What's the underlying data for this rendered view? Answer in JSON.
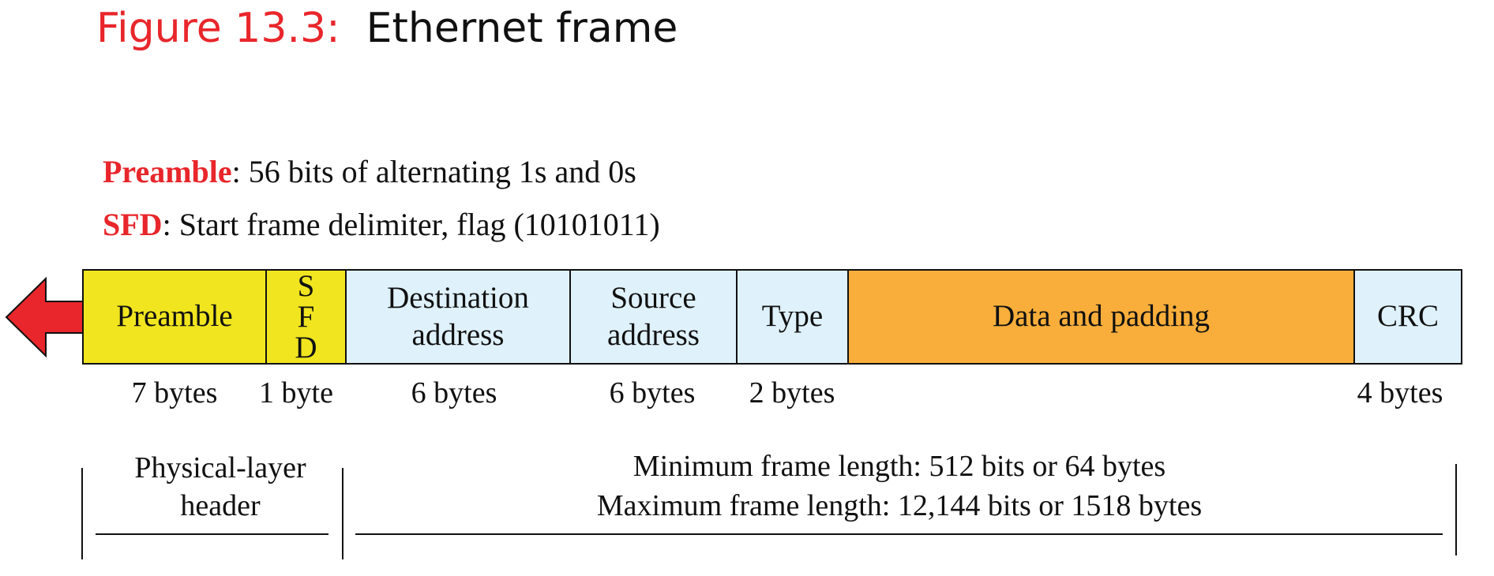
{
  "title": {
    "figure_label": "Figure 13.3:",
    "text": "Ethernet frame"
  },
  "legend": [
    {
      "term": "Preamble",
      "description": ": 56 bits of alternating 1s and 0s"
    },
    {
      "term": "SFD",
      "description": ": Start frame delimiter, flag (10101011)"
    }
  ],
  "frame": {
    "fields": [
      {
        "label": "Preamble",
        "color": "#f0e51f"
      },
      {
        "label": "S\nF\nD",
        "color": "#f0e51f"
      },
      {
        "label": "Destination\naddress",
        "color": "#dff1fb"
      },
      {
        "label": "Source\naddress",
        "color": "#dff1fb"
      },
      {
        "label": "Type",
        "color": "#dff1fb"
      },
      {
        "label": "Data and padding",
        "color": "#f9ae3b"
      },
      {
        "label": "CRC",
        "color": "#dff1fb"
      }
    ],
    "sizes": [
      "7 bytes",
      "1 byte",
      "6 bytes",
      "6 bytes",
      "2 bytes",
      "4 bytes"
    ],
    "arrow_color": "#e8262b"
  },
  "bottom": {
    "header_label": "Physical-layer\nheader",
    "min_length": "Minimum frame length: 512 bits or 64 bytes",
    "max_length": "Maximum frame length: 12,144 bits or 1518 bytes"
  }
}
